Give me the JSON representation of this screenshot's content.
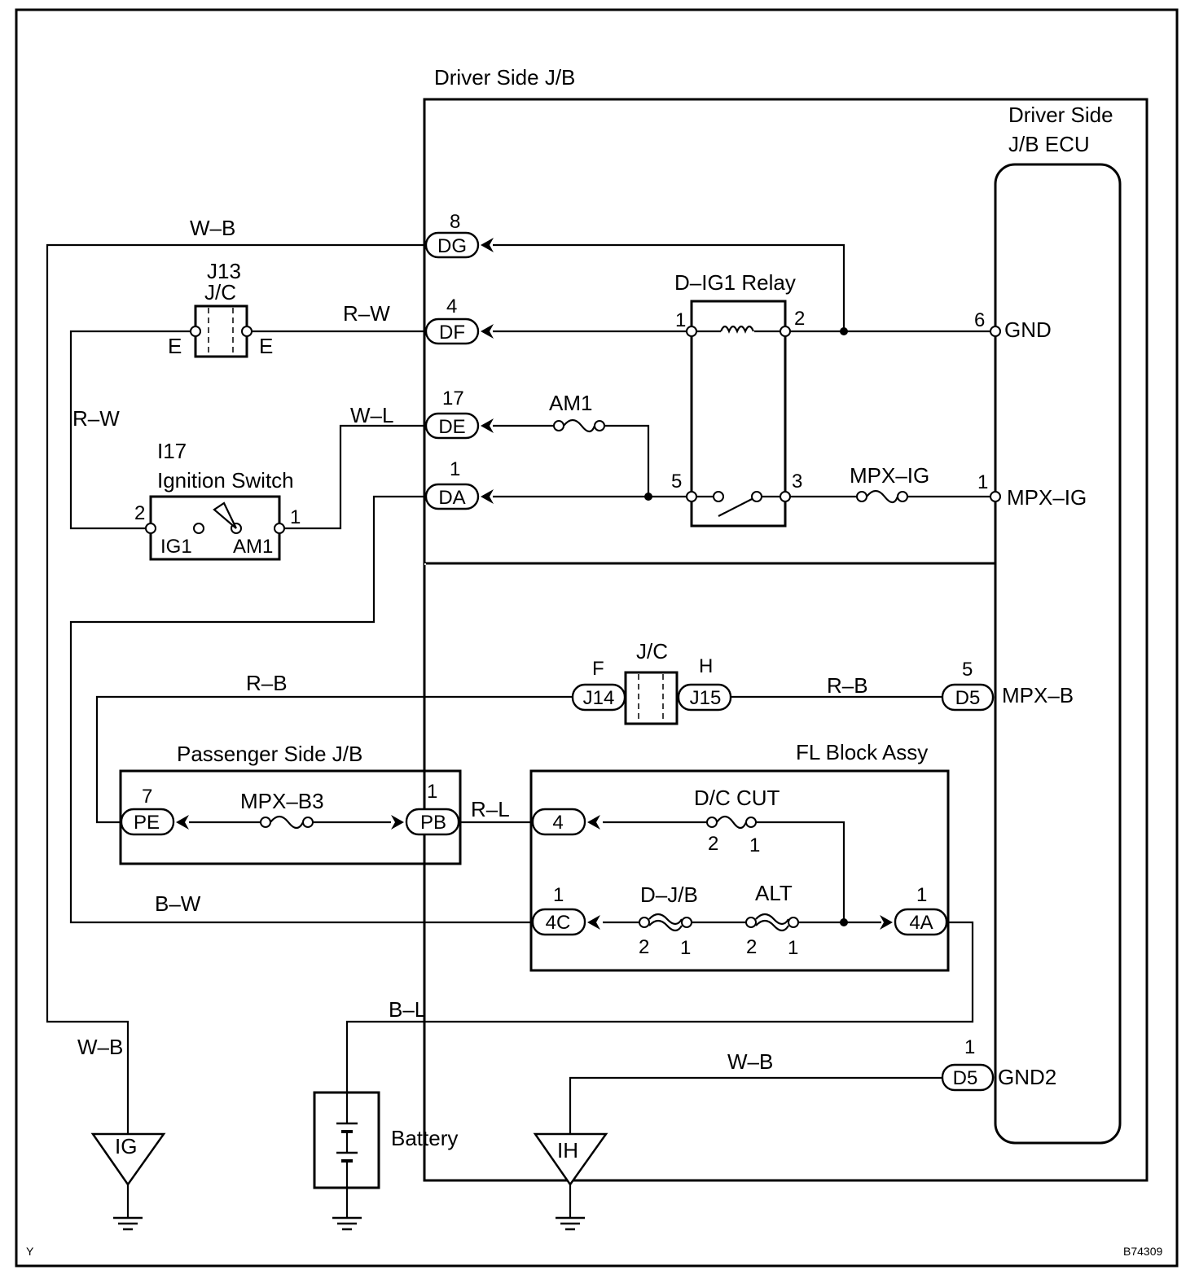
{
  "footer": {
    "left_mark": "Y",
    "code": "B74309"
  },
  "blocks": {
    "driver_jb": "Driver Side J/B",
    "ecu_line1": "Driver Side",
    "ecu_line2": "J/B ECU",
    "relay": "D–IG1 Relay",
    "passenger_jb": "Passenger Side J/B",
    "fl_block": "FL Block Assy",
    "battery": "Battery",
    "jc": "J/C"
  },
  "ignition_switch": {
    "id": "I17",
    "name": "Ignition Switch",
    "term_ig1": "IG1",
    "term_am1": "AM1",
    "pin_left": "2",
    "pin_right": "1"
  },
  "j13": {
    "id": "J13",
    "type": "J/C",
    "pin_left": "E",
    "pin_right": "E"
  },
  "connectors": {
    "dg": {
      "name": "DG",
      "pin": "8"
    },
    "df": {
      "name": "DF",
      "pin": "4"
    },
    "de": {
      "name": "DE",
      "pin": "17"
    },
    "da": {
      "name": "DA",
      "pin": "1"
    },
    "j14": {
      "name": "J14",
      "pin": "F"
    },
    "j15": {
      "name": "J15",
      "pin": "H"
    },
    "d5_mpxb": {
      "name": "D5",
      "pin": "5"
    },
    "d5_gnd2": {
      "name": "D5",
      "pin": "1"
    },
    "pe": {
      "name": "PE",
      "pin": "7"
    },
    "pb": {
      "name": "PB",
      "pin": "1"
    },
    "fl4": {
      "name": "4"
    },
    "c4c": {
      "name": "4C",
      "pin": "1"
    },
    "c4a": {
      "name": "4A",
      "pin": "1"
    }
  },
  "ecu_terminals": {
    "gnd": {
      "label": "GND",
      "pin": "6"
    },
    "mpx_ig": {
      "label": "MPX–IG",
      "pin": "1"
    },
    "mpx_b": {
      "label": "MPX–B"
    },
    "gnd2": {
      "label": "GND2"
    }
  },
  "relay_pins": {
    "p1": "1",
    "p2": "2",
    "p3": "3",
    "p5": "5"
  },
  "fuses": {
    "am1": "AM1",
    "mpx_ig": "MPX–IG",
    "mpx_b3": "MPX–B3",
    "dc_cut": {
      "label": "D/C CUT",
      "pin_a": "2",
      "pin_b": "1"
    },
    "d_jb": {
      "label": "D–J/B",
      "pin_a": "2",
      "pin_b": "1"
    },
    "alt": {
      "label": "ALT",
      "pin_a": "2",
      "pin_b": "1"
    }
  },
  "wires": {
    "wb_top": "W–B",
    "rw_top": "R–W",
    "rw_left": "R–W",
    "wl": "W–L",
    "rb_left": "R–B",
    "rb_right": "R–B",
    "rl": "R–L",
    "bw": "B–W",
    "bl": "B–L",
    "wb_bottom": "W–B",
    "wb_left": "W–B"
  },
  "grounds": {
    "ig": "IG",
    "ih": "IH"
  }
}
